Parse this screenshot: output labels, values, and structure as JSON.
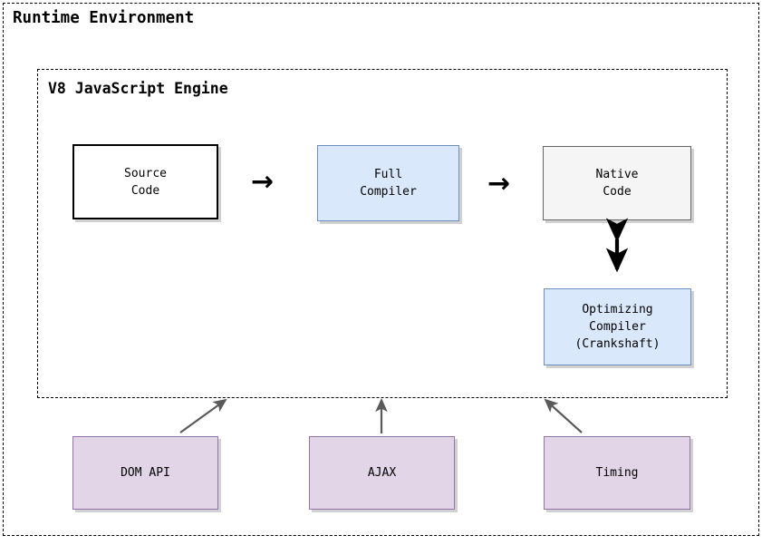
{
  "diagram": {
    "title": "Runtime Environment",
    "frames": [
      {
        "id": "runtime",
        "label": "Runtime Environment"
      },
      {
        "id": "v8",
        "label": "V8 JavaScript Engine"
      }
    ],
    "nodes": [
      {
        "id": "source-code",
        "label": "Source\nCode",
        "style": "white"
      },
      {
        "id": "full-compiler",
        "label": "Full\nCompiler",
        "style": "blue"
      },
      {
        "id": "native-code",
        "label": "Native\nCode",
        "style": "gray"
      },
      {
        "id": "optimizing-compiler",
        "label": "Optimizing\nCompiler\n(Crankshaft)",
        "style": "blue"
      },
      {
        "id": "dom-api",
        "label": "DOM API",
        "style": "purple"
      },
      {
        "id": "ajax",
        "label": "AJAX",
        "style": "purple"
      },
      {
        "id": "timing",
        "label": "Timing",
        "style": "purple"
      }
    ],
    "connectors": [
      {
        "id": "source-to-full",
        "glyph": "→",
        "from": "source-code",
        "to": "full-compiler",
        "kind": "arrow-right"
      },
      {
        "id": "full-to-native",
        "glyph": "→",
        "from": "full-compiler",
        "to": "native-code",
        "kind": "arrow-right"
      },
      {
        "id": "native-to-optimizing",
        "glyph": "↕",
        "from": "native-code",
        "to": "optimizing-compiler",
        "kind": "arrow-bidirectional"
      },
      {
        "id": "dom-api-to-engine",
        "glyph": "↗",
        "from": "dom-api",
        "to": "v8",
        "kind": "arrow-diagonal"
      },
      {
        "id": "ajax-to-engine",
        "glyph": "↑",
        "from": "ajax",
        "to": "v8",
        "kind": "arrow-up"
      },
      {
        "id": "timing-to-engine",
        "glyph": "↖",
        "from": "timing",
        "to": "v8",
        "kind": "arrow-diagonal"
      }
    ]
  },
  "colors": {
    "blue_fill": "#dae8fc",
    "blue_stroke": "#6c8ebf",
    "gray_fill": "#f5f5f5",
    "gray_stroke": "#666666",
    "purple_fill": "#e1d5e7",
    "purple_stroke": "#9673a6",
    "white_fill": "#ffffff",
    "black_stroke": "#000000",
    "connector_stroke": "#5a5a5a",
    "background": "#ffffff"
  }
}
